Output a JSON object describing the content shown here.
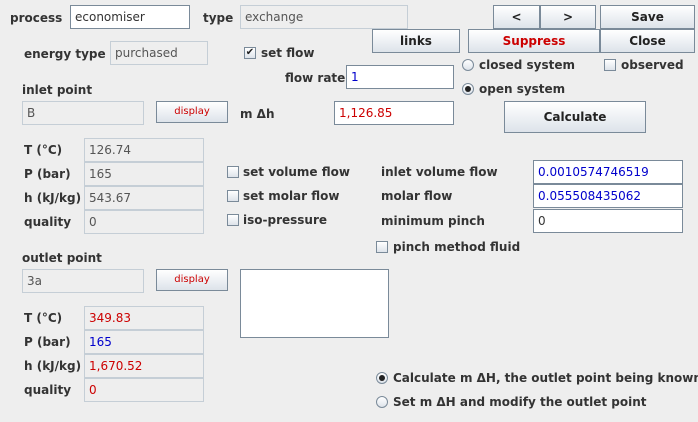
{
  "header": {
    "process_label": "process",
    "process_value": "economiser",
    "type_label": "type",
    "type_value": "exchange",
    "prev_label": "<",
    "next_label": ">",
    "save_label": "Save",
    "links_label": "links",
    "suppress_label": "Suppress",
    "close_label": "Close"
  },
  "energy": {
    "label": "energy type",
    "value": "purchased",
    "set_flow_label": "set flow",
    "set_flow_checked": true,
    "flow_rate_label": "flow rate",
    "flow_rate_value": "1"
  },
  "system": {
    "closed_label": "closed system",
    "open_label": "open system",
    "selected": "open",
    "observed_label": "observed",
    "calculate_label": "Calculate"
  },
  "inlet": {
    "title": "inlet point",
    "point_value": "B",
    "display_label": "display",
    "mdh_label": "m Δh",
    "mdh_value": "1,126.85",
    "rows": [
      {
        "label": "T (°C)",
        "value": "126.74"
      },
      {
        "label": "P (bar)",
        "value": "165"
      },
      {
        "label": "h (kJ/kg)",
        "value": "543.67"
      },
      {
        "label": "quality",
        "value": "0"
      }
    ]
  },
  "options": {
    "set_volume_flow": "set volume flow",
    "set_molar_flow": "set molar flow",
    "iso_pressure": "iso-pressure",
    "inlet_volume_flow_label": "inlet volume flow",
    "inlet_volume_flow_value": "0.0010574746519",
    "molar_flow_label": "molar flow",
    "molar_flow_value": "0.055508435062",
    "minimum_pinch_label": "minimum pinch",
    "minimum_pinch_value": "0",
    "pinch_method_label": "pinch method fluid"
  },
  "outlet": {
    "title": "outlet point",
    "point_value": "3a",
    "display_label": "display",
    "rows": [
      {
        "label": "T (°C)",
        "value": "349.83"
      },
      {
        "label": "P (bar)",
        "value": "165"
      },
      {
        "label": "h (kJ/kg)",
        "value": "1,670.52"
      },
      {
        "label": "quality",
        "value": "0"
      }
    ]
  },
  "mode": {
    "option1_label": "Calculate m ΔH, the outlet point being known",
    "option2_label": "Set m ΔH and modify the outlet point",
    "selected": 1
  },
  "colors": {
    "red_text": "#cc0000",
    "blue_text": "#0000cc",
    "background": "#eeeeee"
  }
}
